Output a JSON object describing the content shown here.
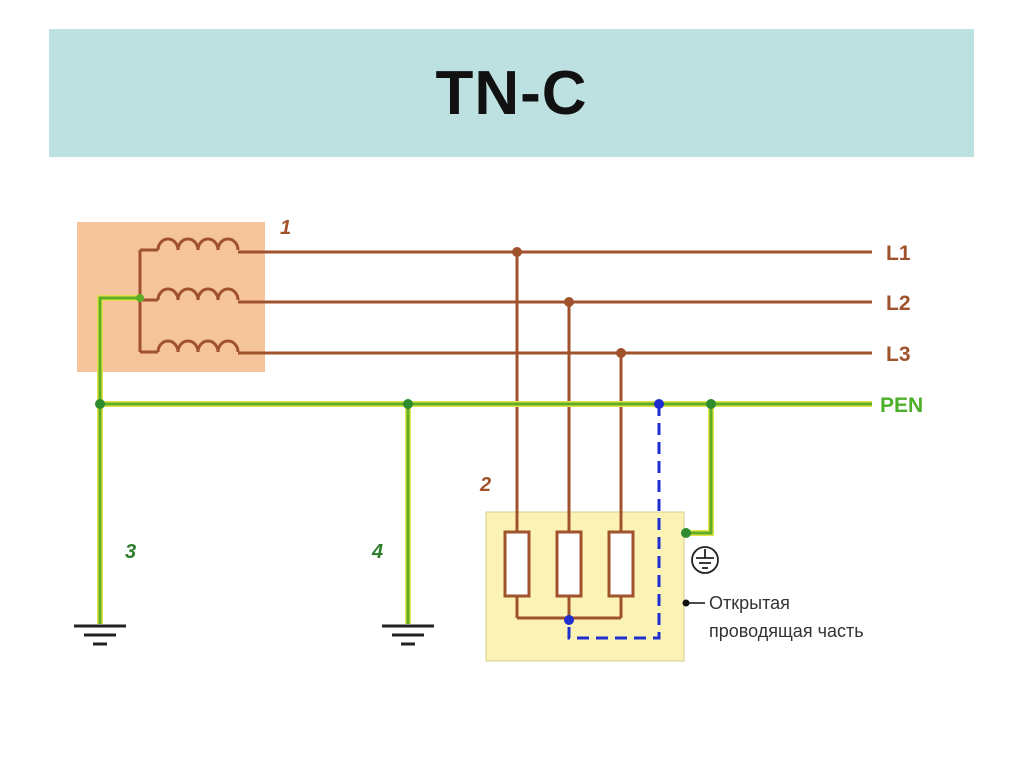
{
  "title": "TN-C",
  "colors": {
    "title_bg": "#bde0e0",
    "source_bg": "#f5c49b",
    "load_bg": "#fbf2b5",
    "phase_wire": "#a0522d",
    "pen_wire": "#6fbf2e",
    "pen_outline": "#d4d400",
    "dashed_wire": "#1f2ecf",
    "numeral": "#a0522d",
    "numeral_green": "#2e7d2e",
    "pen_label": "#4caf2a"
  },
  "labels": {
    "source_number": "1",
    "load_number": "2",
    "ground_3": "3",
    "ground_4": "4",
    "L1": "L1",
    "L2": "L2",
    "L3": "L3",
    "PEN": "PEN",
    "exposed_part_line1": "Открытая",
    "exposed_part_line2": "проводящая часть"
  },
  "icons": {
    "coil": "inductor-coil-icon",
    "ground": "ground-symbol-icon",
    "protective_earth": "protective-earth-icon",
    "resistor": "load-element-icon"
  }
}
